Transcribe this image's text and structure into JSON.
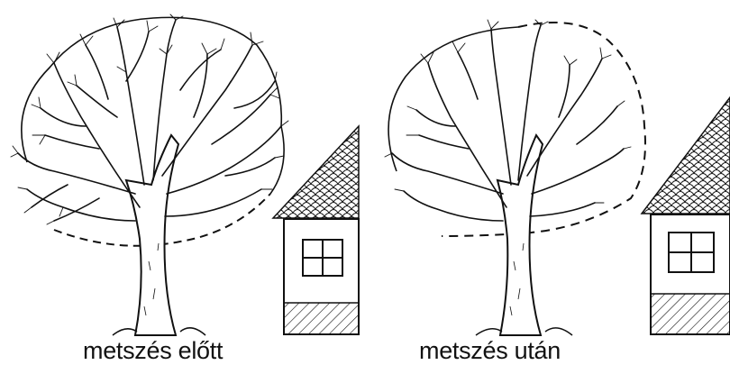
{
  "captions": {
    "before": "metszés előtt",
    "after": "metszés után"
  },
  "panels": [
    {
      "id": "before",
      "crown": "full",
      "pruning_outline": "dashed",
      "house": "right"
    },
    {
      "id": "after",
      "crown": "pruned",
      "pruning_outline": "dashed",
      "house": "right"
    }
  ],
  "colors": {
    "ink": "#111111",
    "background": "#ffffff"
  },
  "icons": [
    "tree-icon",
    "house-icon",
    "window-icon",
    "roof-tiles-icon"
  ]
}
